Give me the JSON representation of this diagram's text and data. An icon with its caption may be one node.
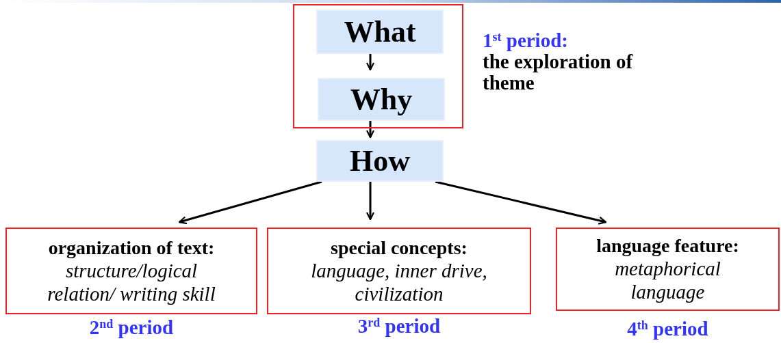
{
  "diagram": {
    "nodes": [
      {
        "text": [],
        "shape": "box",
        "beside": [
          "1$^{st}$ period:",
          "the exploration of theme"
        ]
      },
      {
        "text": [
          "What"
        ],
        "in": 0
      },
      {
        "text": [
          "Why"
        ],
        "in": 0
      },
      {
        "text": [
          "How"
        ]
      },
      {
        "text": [
          "organization of text:",
          "structure/logical relation/ writing skill"
        ],
        "beside": [
          "2$^{nd}$ period"
        ]
      },
      {
        "text": [
          "special concepts:",
          "language, inner drive, civilization"
        ],
        "beside": [
          "3$^{rd}$ period"
        ]
      },
      {
        "text": [
          "language feature:",
          "metaphorical language"
        ],
        "beside": [
          "4$^{th}$ period"
        ]
      }
    ],
    "edges": [
      {
        "from": 1,
        "to": 2,
        "arrow": "to"
      },
      {
        "from": 2,
        "to": 3,
        "arrow": "to"
      },
      {
        "from": 3,
        "to": 4,
        "arrow": "to"
      },
      {
        "from": 3,
        "to": 5,
        "arrow": "to"
      },
      {
        "from": 3,
        "to": 6,
        "arrow": "to"
      }
    ]
  }
}
